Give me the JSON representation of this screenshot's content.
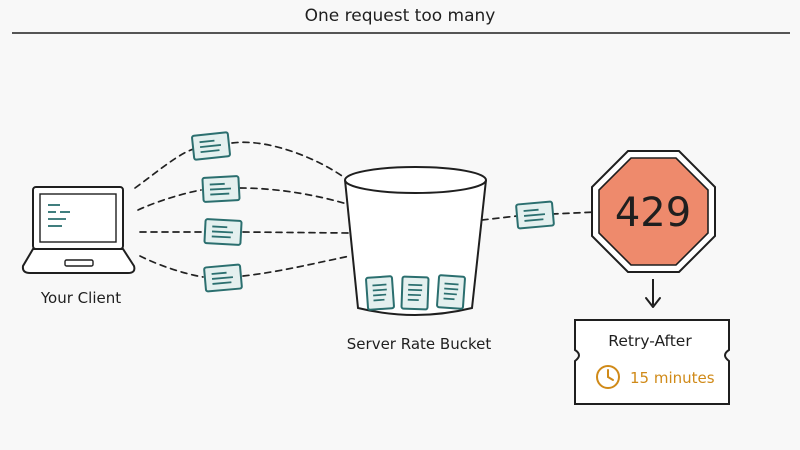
{
  "title": "One request too many",
  "client": {
    "label": "Your Client"
  },
  "bucket": {
    "label": "Server Rate Bucket",
    "queued_requests": 3
  },
  "incoming_requests": 4,
  "rejected_requests": 1,
  "stop_sign": {
    "code": "429",
    "color": "#ee8a6c"
  },
  "retry_after": {
    "label": "Retry-After",
    "value": "15 minutes",
    "accent": "#d08a18"
  },
  "colors": {
    "envelope_stroke": "#2b6f6f",
    "envelope_fill": "#e4f0ef",
    "ink": "#1f1f1f"
  }
}
